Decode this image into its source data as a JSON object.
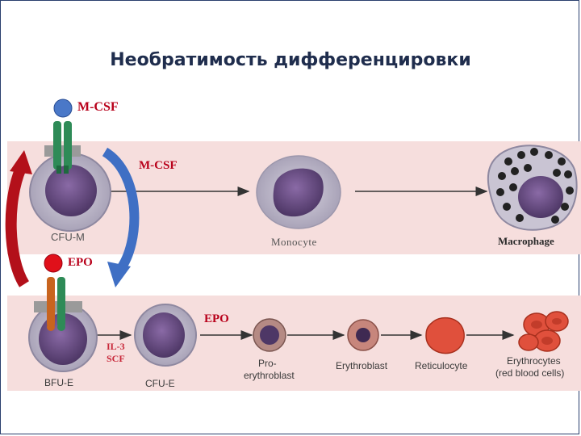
{
  "title": "Необратимость дифференцировки",
  "ligands": {
    "mcsf_top": "M-CSF",
    "mcsf_mid": "M-CSF",
    "epo_left": "EPO",
    "epo_mid": "EPO"
  },
  "cells_top": {
    "cfu_m": "CFU-M",
    "monocyte": "Monocyte",
    "macrophage": "Macrophage"
  },
  "cells_bottom": {
    "bfu_e": "BFU-E",
    "factors_line1": "IL-3",
    "factors_line2": "SCF",
    "cfu_e": "CFU-E",
    "proerythroblast_line1": "Pro-",
    "proerythroblast_line2": "erythroblast",
    "erythroblast": "Erythroblast",
    "reticulocyte": "Reticulocyte",
    "erythrocytes_line1": "Erythrocytes",
    "erythrocytes_line2": "(red blood cells)"
  },
  "colors": {
    "title": "#1f2d4d",
    "band": "#f6dedd",
    "mcsf_ligand": "#4a78c8",
    "epo_ligand": "#e0101a",
    "receptor_green": "#2e8b57",
    "receptor_orange": "#c8641e",
    "arrow_red": "#b3101a",
    "arrow_blue": "#3f6fc4",
    "cell_membrane": "#b9b4c4",
    "nucleus": "#6b4f86",
    "rbc": "#e0503c"
  }
}
